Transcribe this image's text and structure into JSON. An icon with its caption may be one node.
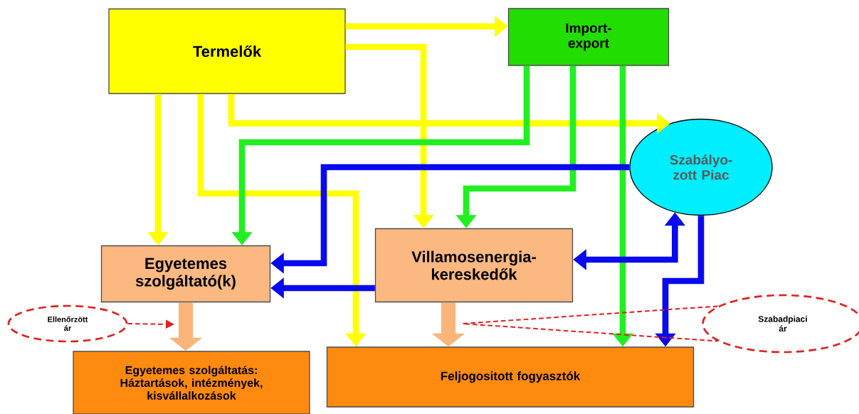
{
  "diagram": {
    "nodes": [
      {
        "text": [
          "Termelők"
        ]
      },
      {
        "text": [
          "Import- export"
        ]
      },
      {
        "text": [
          "Szabályo- zott Piac"
        ]
      },
      {
        "text": [
          "Egyetemes szolgáltató(k)"
        ]
      },
      {
        "text": [
          "Villamosenergia- kereskedők"
        ]
      },
      {
        "text": [
          "Ellenőrzött ár"
        ]
      },
      {
        "text": [
          "Szabadpiaci ár"
        ]
      },
      {
        "text": [
          "Egyetemes szolgáltatás: Háztartások, intézmények, kisvállalkozások"
        ]
      },
      {
        "text": [
          "Feljogositott fogyasztók"
        ]
      }
    ],
    "edges": [
      {
        "from": 0,
        "to": 1,
        "arrow": "to",
        "color": "#ffff00"
      },
      {
        "from": 0,
        "to": 2,
        "arrow": "to",
        "color": "#ffff00"
      },
      {
        "from": 0,
        "to": 3,
        "arrow": "to",
        "color": "#ffff00"
      },
      {
        "from": 0,
        "to": 8,
        "arrow": "to",
        "color": "#ffff00"
      },
      {
        "from": 0,
        "to": 4,
        "arrow": "to",
        "color": "#ffff00"
      },
      {
        "from": 1,
        "to": 3,
        "arrow": "to",
        "color": "#22ee22"
      },
      {
        "from": 1,
        "to": 4,
        "arrow": "to",
        "color": "#22ee22"
      },
      {
        "from": 1,
        "to": 8,
        "arrow": "to",
        "color": "#22ee22"
      },
      {
        "from": 2,
        "to": 3,
        "arrow": "to",
        "color": "#0a0aee"
      },
      {
        "from": 4,
        "to": 3,
        "arrow": "to",
        "color": "#0a0aee"
      },
      {
        "from": 4,
        "to": 2,
        "arrow": "both",
        "color": "#0a0aee"
      },
      {
        "from": 2,
        "to": 8,
        "arrow": "to",
        "color": "#0a0aee"
      },
      {
        "from": 3,
        "to": 7,
        "arrow": "to",
        "style": "thick",
        "color": "#fbb479"
      },
      {
        "from": 4,
        "to": 8,
        "arrow": "to",
        "style": "thick",
        "color": "#fbb479"
      },
      {
        "from": 5,
        "to": null,
        "arrow": "to",
        "style": "dashed",
        "color": "#e02020"
      },
      {
        "from": 6,
        "to": null,
        "arrow": "none",
        "style": "dashed",
        "color": "#e02020"
      }
    ]
  }
}
